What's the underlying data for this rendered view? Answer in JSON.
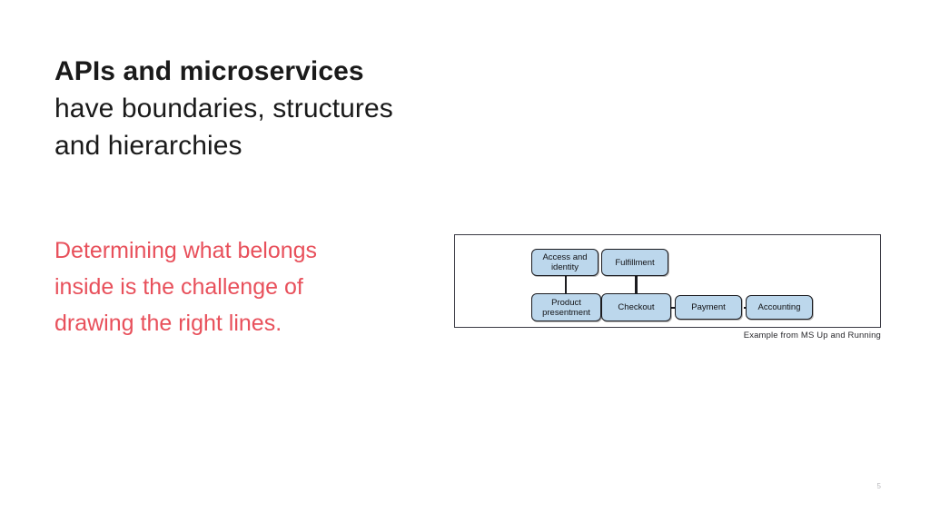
{
  "slide": {
    "background_color": "#ffffff",
    "page_number": "5"
  },
  "title": {
    "line1": "APIs and microservices",
    "line2": "have boundaries, structures",
    "line3": "and hierarchies",
    "color": "#1a1a1a"
  },
  "subtitle": {
    "line1": "Determining what belongs",
    "line2": "inside is the challenge of",
    "line3": "drawing the right lines.",
    "color": "#e8505b"
  },
  "figure": {
    "caption": "Example from MS Up and Running",
    "border_color": "#3a3a44",
    "node_fill": "#bcd7ec",
    "node_border": "#1b1b1f",
    "nodes": {
      "access_identity_line1": "Access and",
      "access_identity_line2": "identity",
      "fulfillment": "Fulfillment",
      "product_presentment_line1": "Product",
      "product_presentment_line2": "presentment",
      "checkout": "Checkout",
      "payment": "Payment",
      "accounting": "Accounting"
    }
  }
}
